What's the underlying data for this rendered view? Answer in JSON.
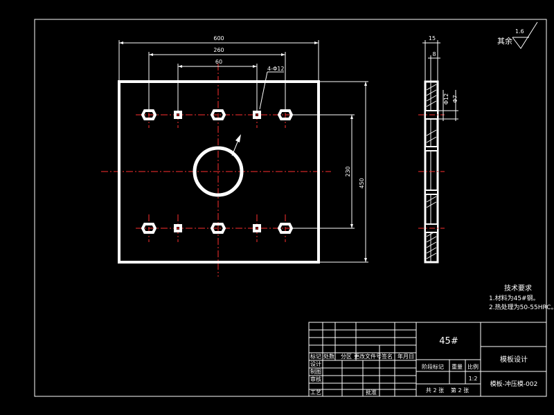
{
  "drawing": {
    "colors": {
      "background": "#000000",
      "lines": "#ffffff",
      "centerlines": "#ff3030"
    },
    "front_view": {
      "dims": {
        "overall_width": "600",
        "hole_span": "260",
        "center_span": "60",
        "hole_callout": "4-Φ12",
        "row_spacing": "230",
        "overall_height": "450"
      }
    },
    "side_view": {
      "dims": {
        "thickness": "15",
        "step": "8",
        "bore1": "Φ12",
        "bore2": "Φ7"
      }
    },
    "surface_finish": {
      "label": "其余",
      "value": "1.6"
    },
    "notes": {
      "title": "技术要求",
      "line1": "1.材料为45#钢。",
      "line2": "2.热处理为50-55HRC。"
    },
    "title_block": {
      "material": "45#",
      "part_name": "模板设计",
      "drawing_no": "模板-冲压模-002",
      "row_labels": [
        "标记",
        "设计",
        "制图",
        "审核",
        "工艺"
      ],
      "header_cols": [
        "处数",
        "分区",
        "更改文件号",
        "签名",
        "年月日"
      ],
      "stage_label": "阶段标记",
      "weight_label": "重量",
      "scale_label": "比例",
      "scale_value": "1:2",
      "approve_label": "批准",
      "sheets_total": "共 2 张",
      "sheet_no": "第 2 张"
    }
  }
}
